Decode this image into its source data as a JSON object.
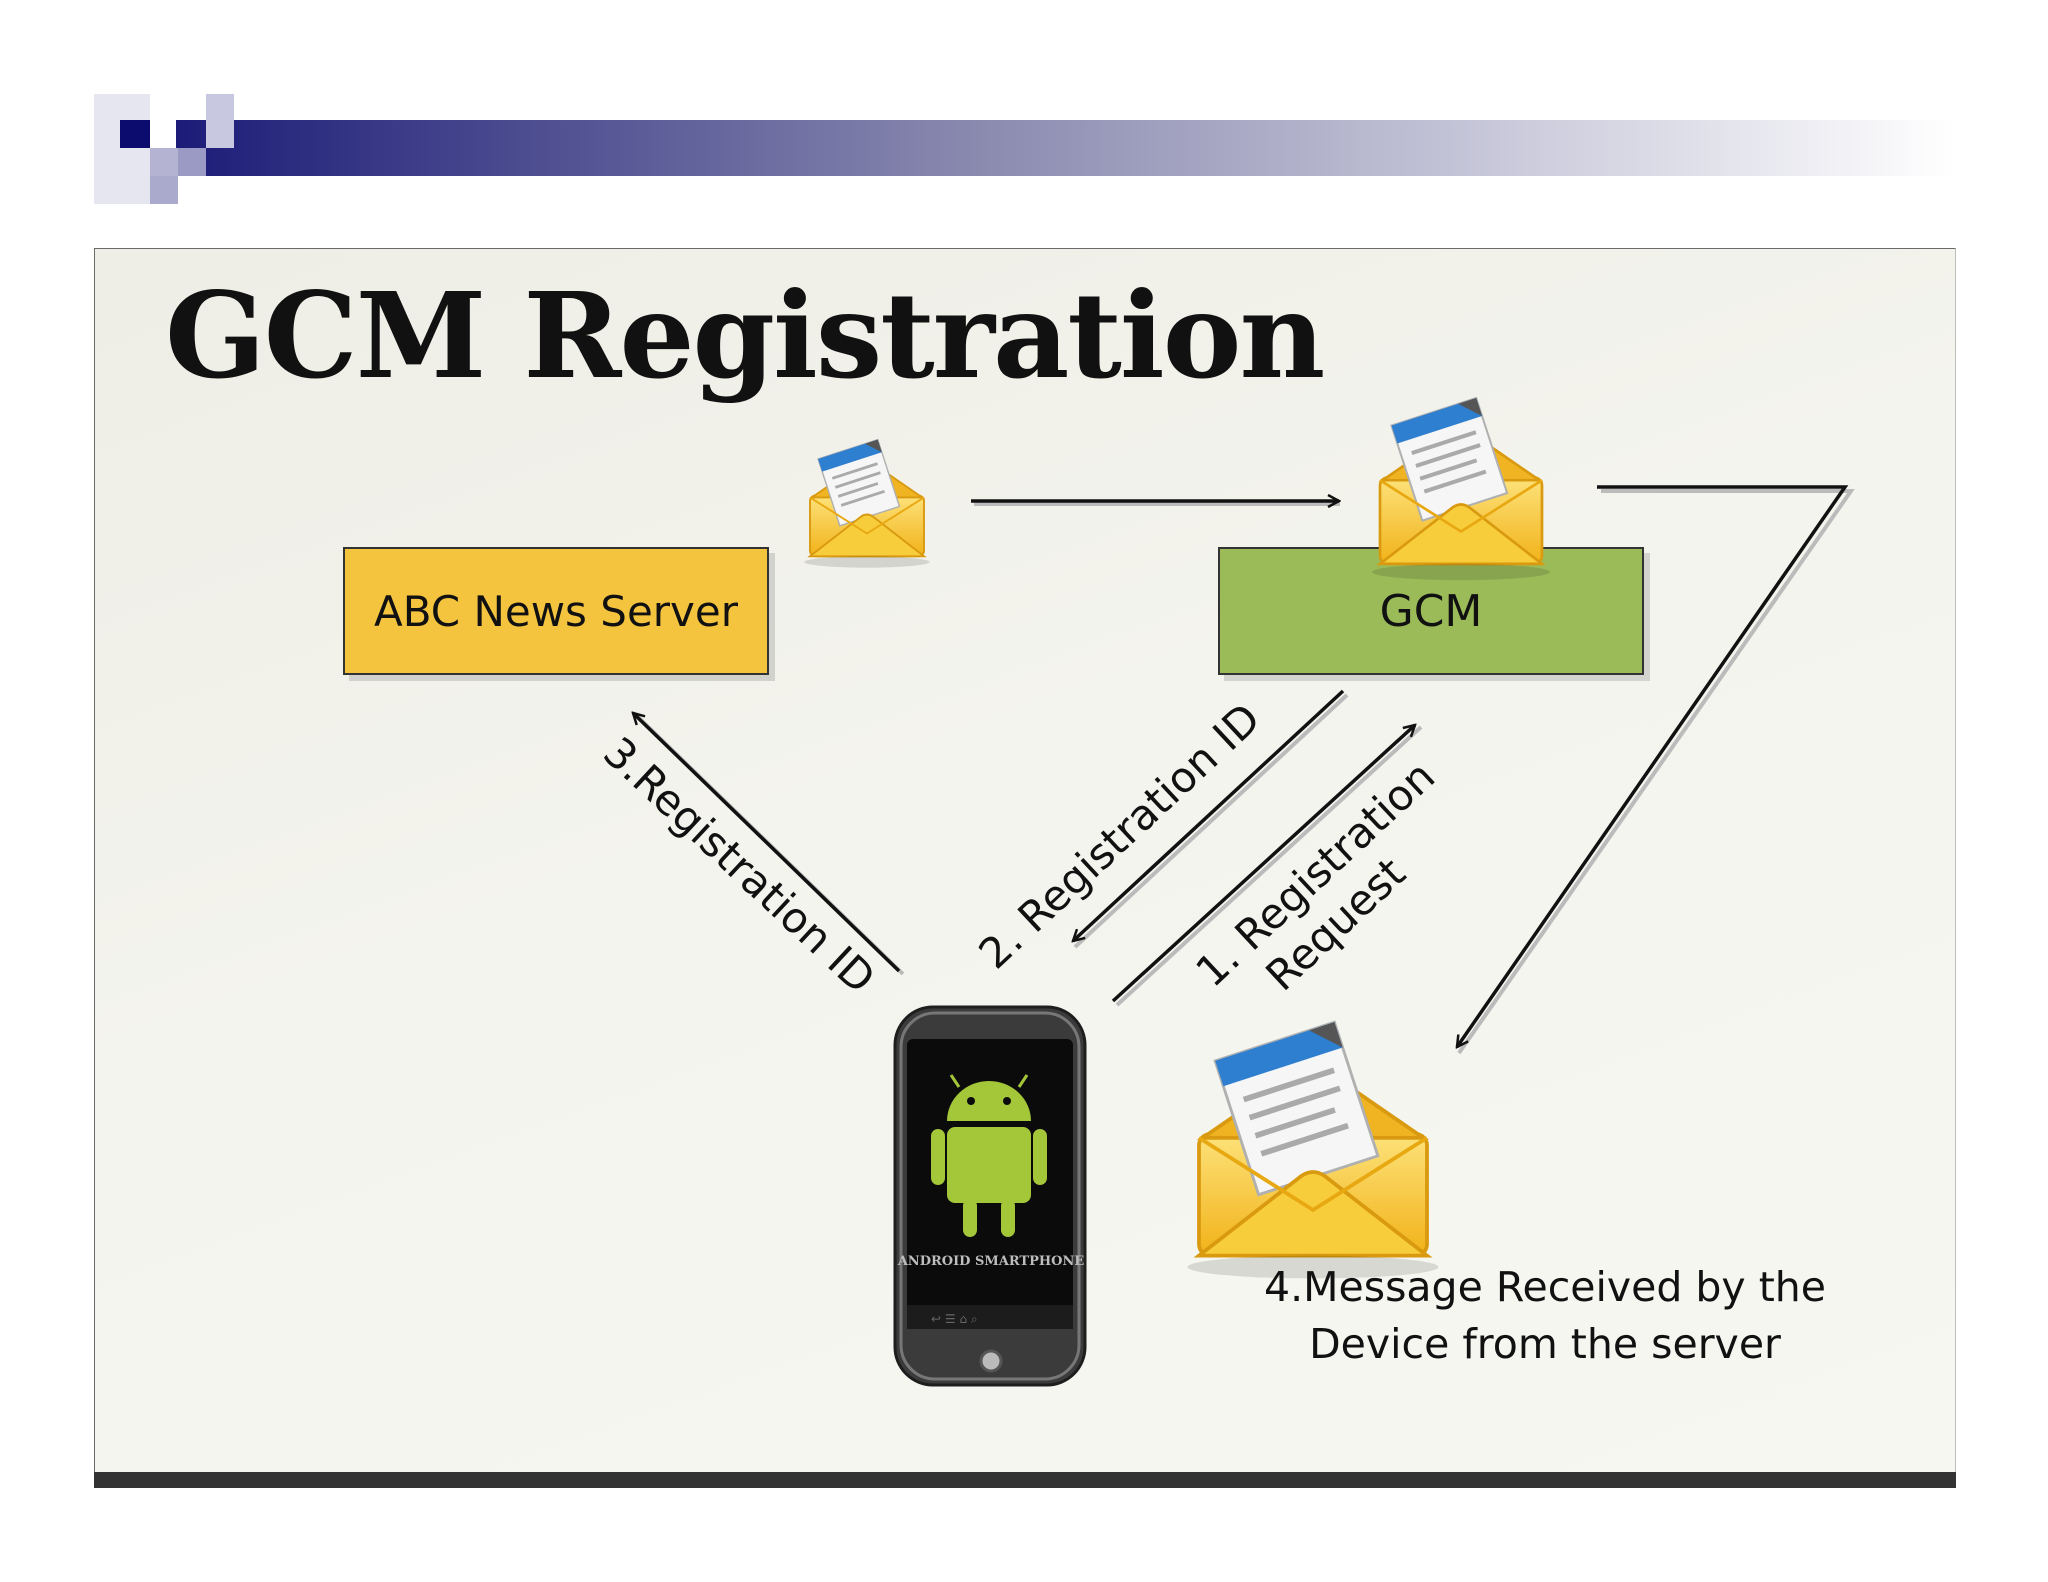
{
  "slide": {
    "title": "GCM Registration"
  },
  "nodes": {
    "app_server": "ABC News Server",
    "gcm": "GCM",
    "phone_label": "ANDROID SMARTPHONE"
  },
  "steps": {
    "step1_line1": "1. Registration",
    "step1_line2": "Request",
    "step2": "2. Registration ID",
    "step3": "3.Registration ID",
    "step4_line1": "4.Message Received by the",
    "step4_line2": "Device from the server"
  },
  "colors": {
    "app_server_box": "#f5c43f",
    "gcm_box": "#9bbb59",
    "android_green": "#a4c639",
    "envelope": "#f6c431",
    "header_accent": "#1a1a7a"
  },
  "icons": [
    "envelope-icon",
    "android-phone-icon",
    "header-squares-icon"
  ]
}
